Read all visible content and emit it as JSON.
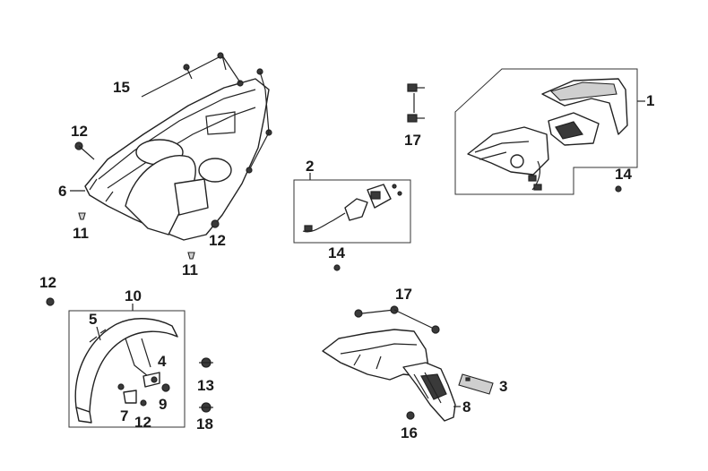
{
  "labels": {
    "l1": "1",
    "l2": "2",
    "l3": "3",
    "l4": "4",
    "l5": "5",
    "l6": "6",
    "l7": "7",
    "l8": "8",
    "l9": "9",
    "l10": "10",
    "l11a": "11",
    "l11b": "11",
    "l12a": "12",
    "l12b": "12",
    "l12c": "12",
    "l12d": "12",
    "l13": "13",
    "l14a": "14",
    "l14b": "14",
    "l15": "15",
    "l16": "16",
    "l17a": "17",
    "l17b": "17",
    "l18": "18"
  }
}
